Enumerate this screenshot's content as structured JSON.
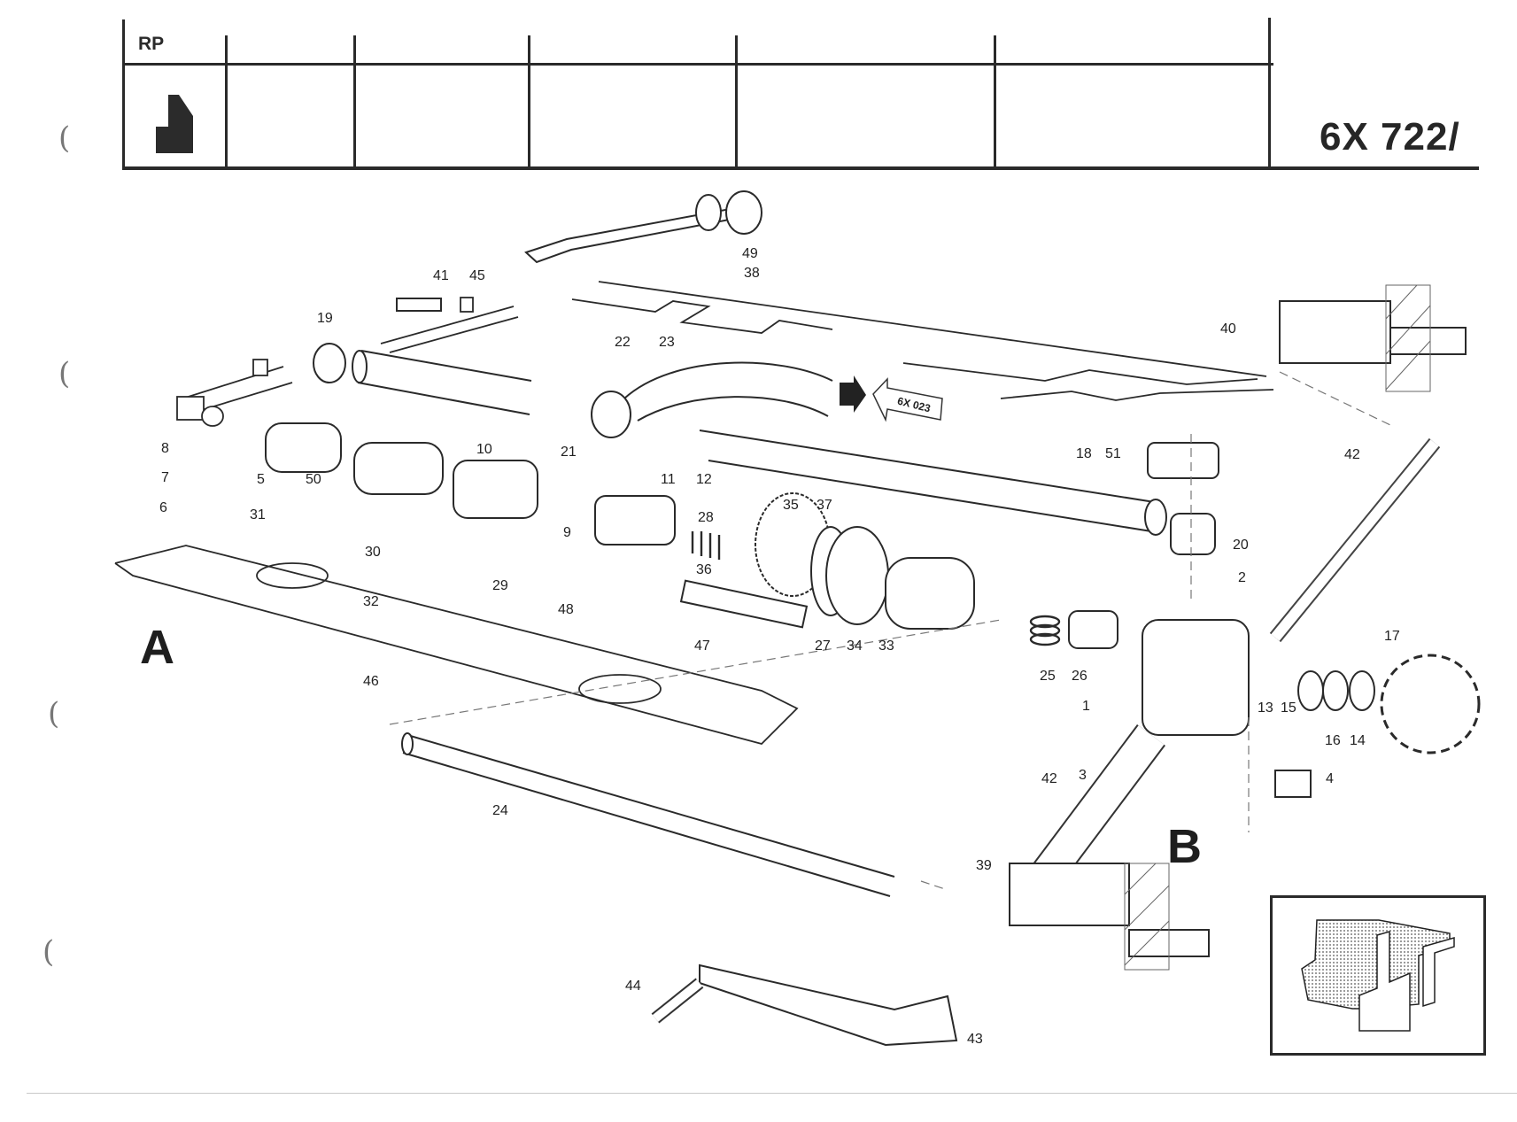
{
  "title_block": {
    "rp_label": "RP",
    "document_code": "6X 722/",
    "icon": "page-corner-icon"
  },
  "cross_reference": {
    "label": "6X 023",
    "icon": "arrow-right-icon"
  },
  "sections": [
    {
      "letter": "A"
    },
    {
      "letter": "B"
    }
  ],
  "callouts": [
    {
      "num": "1"
    },
    {
      "num": "2"
    },
    {
      "num": "3"
    },
    {
      "num": "4"
    },
    {
      "num": "5"
    },
    {
      "num": "6"
    },
    {
      "num": "7"
    },
    {
      "num": "8"
    },
    {
      "num": "9"
    },
    {
      "num": "10"
    },
    {
      "num": "11"
    },
    {
      "num": "12"
    },
    {
      "num": "13"
    },
    {
      "num": "14"
    },
    {
      "num": "15"
    },
    {
      "num": "16"
    },
    {
      "num": "17"
    },
    {
      "num": "18"
    },
    {
      "num": "19"
    },
    {
      "num": "20"
    },
    {
      "num": "21"
    },
    {
      "num": "22"
    },
    {
      "num": "23"
    },
    {
      "num": "24"
    },
    {
      "num": "25"
    },
    {
      "num": "26"
    },
    {
      "num": "27"
    },
    {
      "num": "28"
    },
    {
      "num": "29"
    },
    {
      "num": "30"
    },
    {
      "num": "31"
    },
    {
      "num": "32"
    },
    {
      "num": "33"
    },
    {
      "num": "34"
    },
    {
      "num": "35"
    },
    {
      "num": "36"
    },
    {
      "num": "37"
    },
    {
      "num": "38"
    },
    {
      "num": "39"
    },
    {
      "num": "40"
    },
    {
      "num": "41"
    },
    {
      "num": "42"
    },
    {
      "num": "42"
    },
    {
      "num": "43"
    },
    {
      "num": "44"
    },
    {
      "num": "45"
    },
    {
      "num": "46"
    },
    {
      "num": "47"
    },
    {
      "num": "48"
    },
    {
      "num": "49"
    },
    {
      "num": "50"
    },
    {
      "num": "51"
    }
  ],
  "binder_holes": [
    "(",
    "(",
    "(",
    "("
  ]
}
